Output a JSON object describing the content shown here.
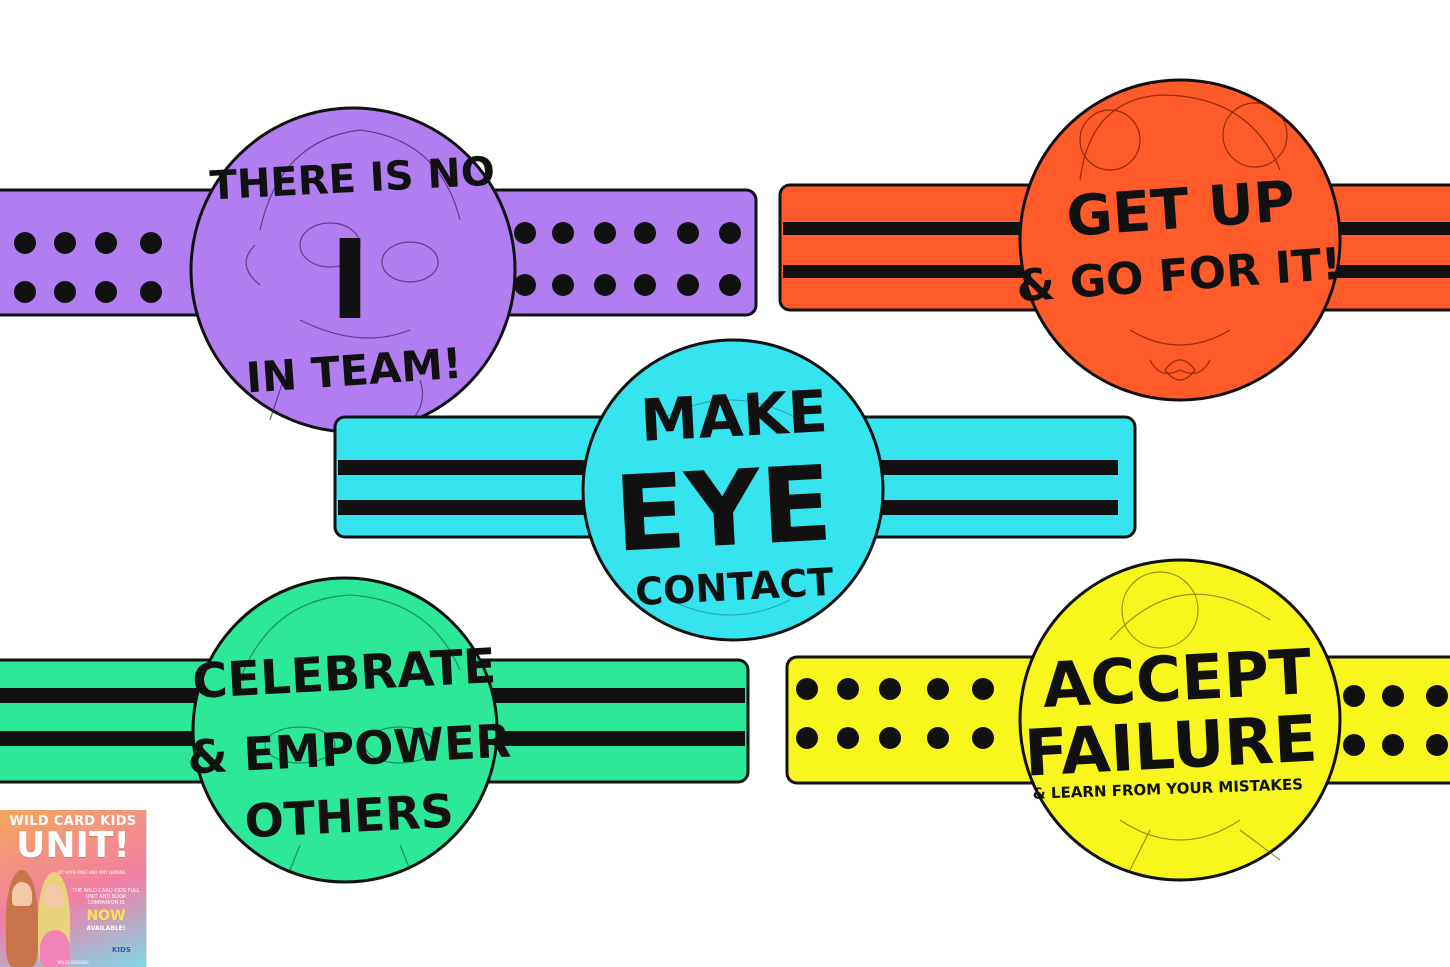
{
  "bands": [
    {
      "id": "team",
      "color": "#b07ef0",
      "pattern": "dots",
      "lines": [
        "THERE IS NO",
        "I",
        "IN TEAM!"
      ]
    },
    {
      "id": "getup",
      "color": "#ff5a2a",
      "pattern": "stripes",
      "lines": [
        "GET UP",
        "& GO FOR IT!"
      ]
    },
    {
      "id": "eye",
      "color": "#35e4ee",
      "pattern": "stripes",
      "lines": [
        "MAKE",
        "EYE",
        "CONTACT"
      ]
    },
    {
      "id": "celebrate",
      "color": "#2ee89a",
      "pattern": "stripes",
      "lines": [
        "CELEBRATE",
        "& EMPOWER",
        "OTHERS"
      ]
    },
    {
      "id": "failure",
      "color": "#f7f71e",
      "pattern": "dots",
      "lines": [
        "ACCEPT",
        "FAILURE",
        "& LEARN FROM YOUR MISTAKES"
      ]
    }
  ],
  "promo": {
    "title": "WILD CARD KIDS",
    "unit": "UNIT!",
    "byline": "BY: HOPE KING AND AMY LEMONS",
    "description": "THE WILD CARD KIDS FULL UNIT AND BOOK COMPANION IS",
    "now": "NOW",
    "available": "AVAILABLE!",
    "kids_logo": "KIDS",
    "url": "WILDCARDKIDS"
  }
}
